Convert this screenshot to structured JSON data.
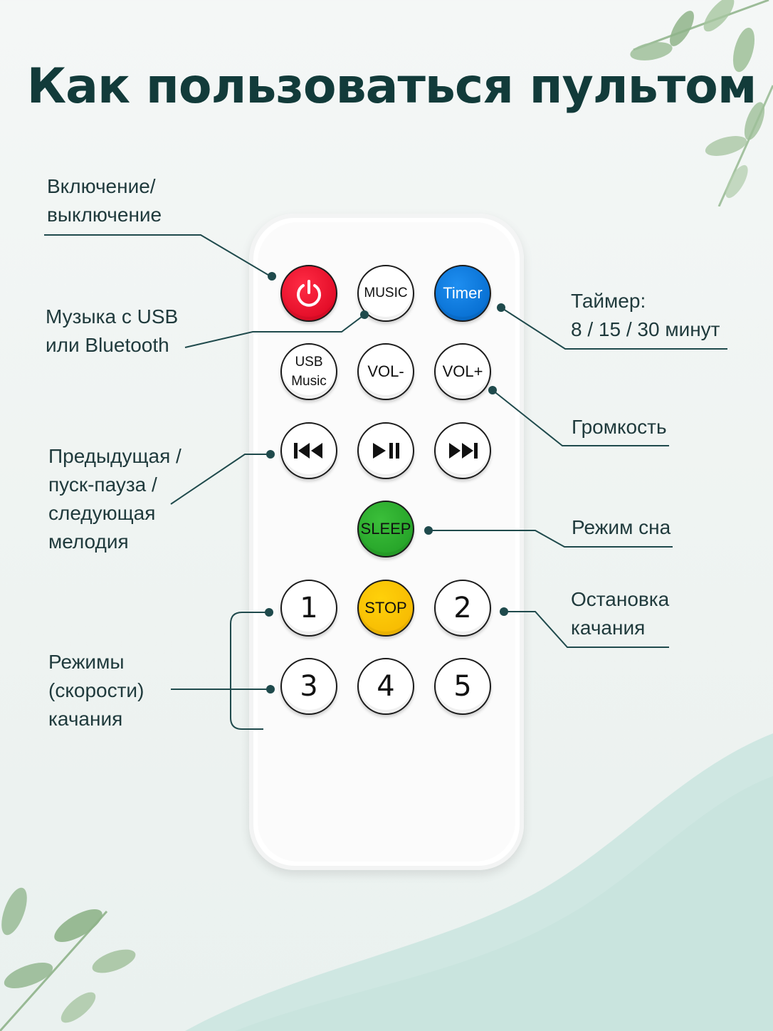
{
  "title": "Как пользоваться пультом",
  "colors": {
    "title": "#123b3a",
    "line": "#1f4a4c",
    "power": "#e0061f",
    "timer": "#0073d6",
    "sleep": "#2aa82c",
    "stop": "#f9c000",
    "leaf": "#8fb48a",
    "wave": "#cde6e1"
  },
  "buttons": {
    "power": {
      "icon": "power-icon"
    },
    "music": "MUSIC",
    "timer": "Timer",
    "usb_music": {
      "line1": "USB",
      "line2": "Music"
    },
    "vol_minus": "VOL-",
    "vol_plus": "VOL+",
    "prev": {
      "icon": "previous-track-icon"
    },
    "play_pause": {
      "icon": "play-pause-icon"
    },
    "next": {
      "icon": "next-track-icon"
    },
    "sleep": "SLEEP",
    "one": "1",
    "stop": "STOP",
    "two": "2",
    "three": "3",
    "four": "4",
    "five": "5"
  },
  "callouts": {
    "power": [
      "Включение/",
      "выключение"
    ],
    "music": [
      "Музыка с USB",
      "или Bluetooth"
    ],
    "timer": [
      "Таймер:",
      "8 / 15 / 30 минут"
    ],
    "volume": [
      "Громкость"
    ],
    "tracks": [
      "Предыдущая /",
      "пуск-пауза /",
      "следующая",
      "мелодия"
    ],
    "sleep": [
      "Режим сна"
    ],
    "stop": [
      "Остановка",
      "качания"
    ],
    "modes": [
      "Режимы",
      "(скорости)",
      "качания"
    ]
  }
}
